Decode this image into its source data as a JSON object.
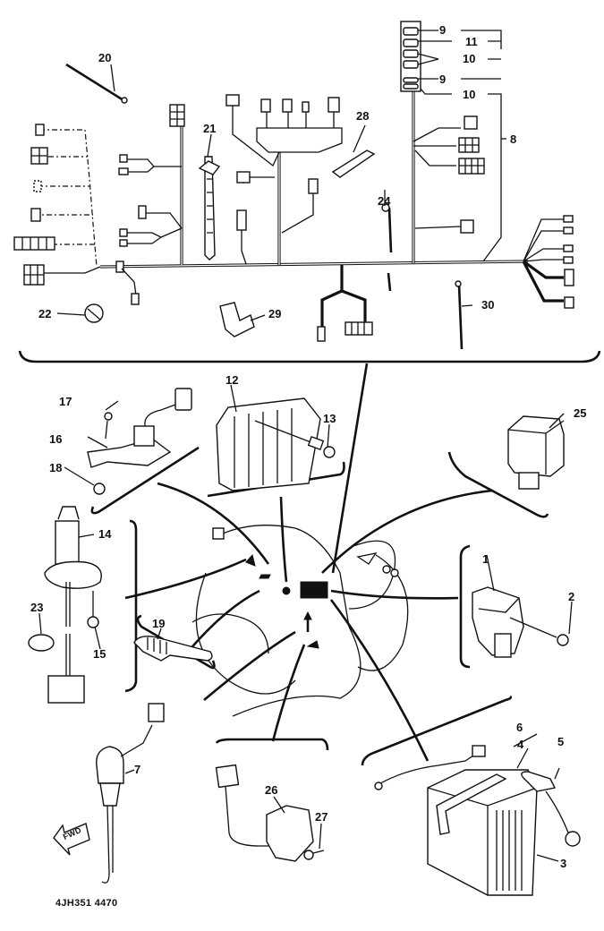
{
  "diagram": {
    "title": "Electrical parts exploded view",
    "drawing_code": "4JH351 4470",
    "fwd_arrow_label": "FWD",
    "callouts": [
      {
        "id": "1",
        "label": "1",
        "part": "ignition-coil"
      },
      {
        "id": "2",
        "label": "2",
        "part": "bolt"
      },
      {
        "id": "3",
        "label": "3",
        "part": "battery"
      },
      {
        "id": "4",
        "label": "4",
        "part": "battery-band"
      },
      {
        "id": "5",
        "label": "5",
        "part": "negative-lead"
      },
      {
        "id": "6",
        "label": "6",
        "part": "positive-lead"
      },
      {
        "id": "7",
        "label": "7",
        "part": "neutral-switch"
      },
      {
        "id": "8",
        "label": "8",
        "part": "wire-harness"
      },
      {
        "id": "9a",
        "label": "9",
        "part": "fuse"
      },
      {
        "id": "9b",
        "label": "9",
        "part": "fuse"
      },
      {
        "id": "10a",
        "label": "10",
        "part": "fuse"
      },
      {
        "id": "10b",
        "label": "10",
        "part": "fuse"
      },
      {
        "id": "11",
        "label": "11",
        "part": "fuse"
      },
      {
        "id": "12",
        "label": "12",
        "part": "rectifier-regulator"
      },
      {
        "id": "13",
        "label": "13",
        "part": "bolt"
      },
      {
        "id": "14",
        "label": "14",
        "part": "main-switch"
      },
      {
        "id": "15",
        "label": "15",
        "part": "bolt"
      },
      {
        "id": "16",
        "label": "16",
        "part": "bracket"
      },
      {
        "id": "17",
        "label": "17",
        "part": "screw"
      },
      {
        "id": "18",
        "label": "18",
        "part": "nut"
      },
      {
        "id": "19",
        "label": "19",
        "part": "band"
      },
      {
        "id": "20",
        "label": "20",
        "part": "cable-tie"
      },
      {
        "id": "21",
        "label": "21",
        "part": "clamp-band"
      },
      {
        "id": "22",
        "label": "22",
        "part": "clamp"
      },
      {
        "id": "23",
        "label": "23",
        "part": "clamp"
      },
      {
        "id": "24",
        "label": "24",
        "part": "wire-lead"
      },
      {
        "id": "25",
        "label": "25",
        "part": "relay"
      },
      {
        "id": "26",
        "label": "26",
        "part": "brake-switch"
      },
      {
        "id": "27",
        "label": "27",
        "part": "screw"
      },
      {
        "id": "28",
        "label": "28",
        "part": "lead"
      },
      {
        "id": "29",
        "label": "29",
        "part": "clamp"
      },
      {
        "id": "30",
        "label": "30",
        "part": "cable-tie"
      }
    ]
  }
}
